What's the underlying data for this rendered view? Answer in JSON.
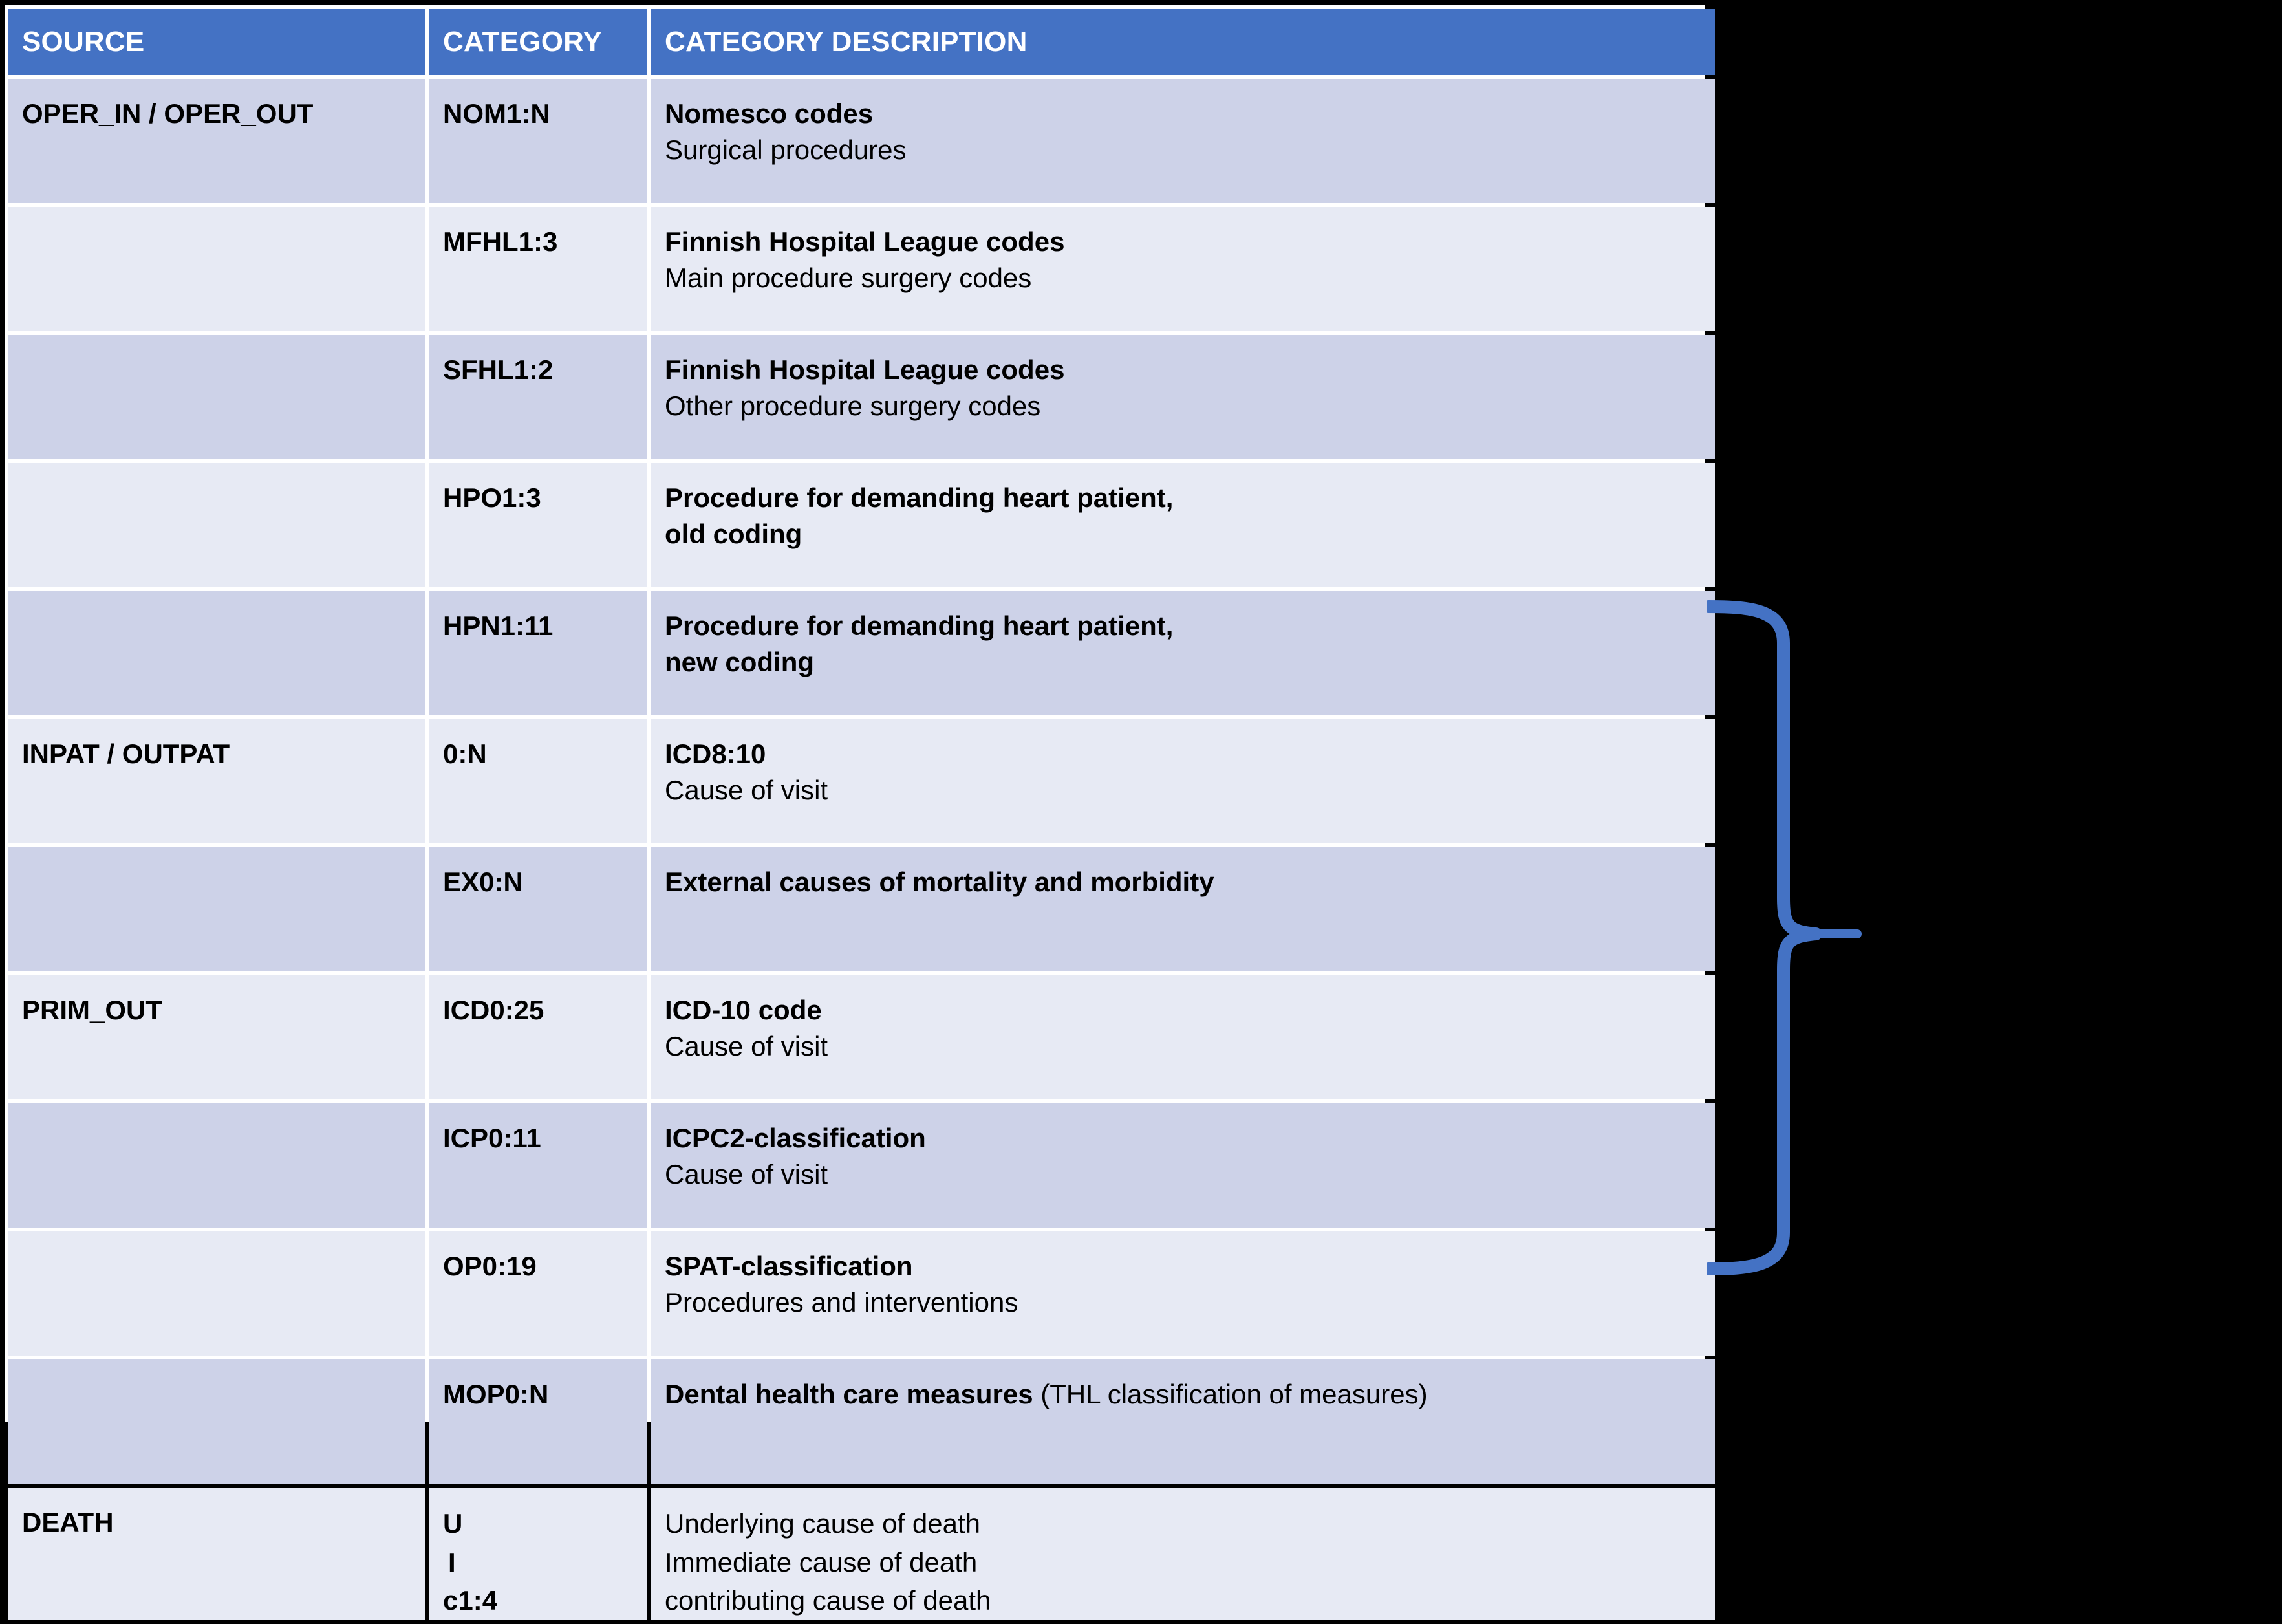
{
  "table": {
    "columns": [
      "SOURCE",
      "CATEGORY",
      "CATEGORY DESCRIPTION"
    ],
    "header_bg": "#4472C4",
    "header_text_color": "#FFFFFF",
    "band_dark": "#CDD2E8",
    "band_light": "#E7EAF4",
    "rows": [
      {
        "source": "OPER_IN / OPER_OUT",
        "category": "NOM1:N",
        "desc_bold": "Nomesco codes",
        "desc_regular": "Surgical procedures"
      },
      {
        "source": "",
        "category": "MFHL1:3",
        "desc_bold": "Finnish Hospital League codes",
        "desc_regular": "Main procedure surgery codes"
      },
      {
        "source": "",
        "category": "SFHL1:2",
        "desc_bold": "Finnish Hospital League codes",
        "desc_regular": "Other procedure surgery codes"
      },
      {
        "source": "",
        "category": "HPO1:3",
        "desc_bold": "Procedure for demanding heart patient,",
        "desc_bold2": "old coding"
      },
      {
        "source": "",
        "category": "HPN1:11",
        "desc_bold": "Procedure for demanding heart patient,",
        "desc_bold2": "new coding"
      },
      {
        "source": "INPAT / OUTPAT",
        "category": "0:N",
        "desc_bold": "ICD8:10",
        "desc_regular": "Cause of visit"
      },
      {
        "source": "",
        "category": "EX0:N",
        "desc_bold": "External causes of mortality and morbidity",
        "desc_regular": ""
      },
      {
        "source": "PRIM_OUT",
        "category": "ICD0:25",
        "desc_bold": "ICD-10 code",
        "desc_regular": "Cause of visit"
      },
      {
        "source": "",
        "category": "ICP0:11",
        "desc_bold": "ICPC2-classification",
        "desc_regular": "Cause of visit"
      },
      {
        "source": "",
        "category": "OP0:19",
        "desc_bold": "SPAT-classification",
        "desc_regular": "Procedures and interventions"
      },
      {
        "source": "",
        "category": "MOP0:N",
        "desc_bold": "Dental health care measures",
        "desc_regular_inline": " (THL classification of measures)"
      },
      {
        "source": "DEATH",
        "category_lines": [
          "U",
          "I",
          "c1:4"
        ],
        "desc_lines": [
          "Underlying cause of death",
          "Immediate cause of death",
          "contributing cause of death"
        ]
      }
    ]
  },
  "annotation": {
    "brace_color": "#4472C4",
    "brace_name": "curly-brace-grouping-rows"
  }
}
